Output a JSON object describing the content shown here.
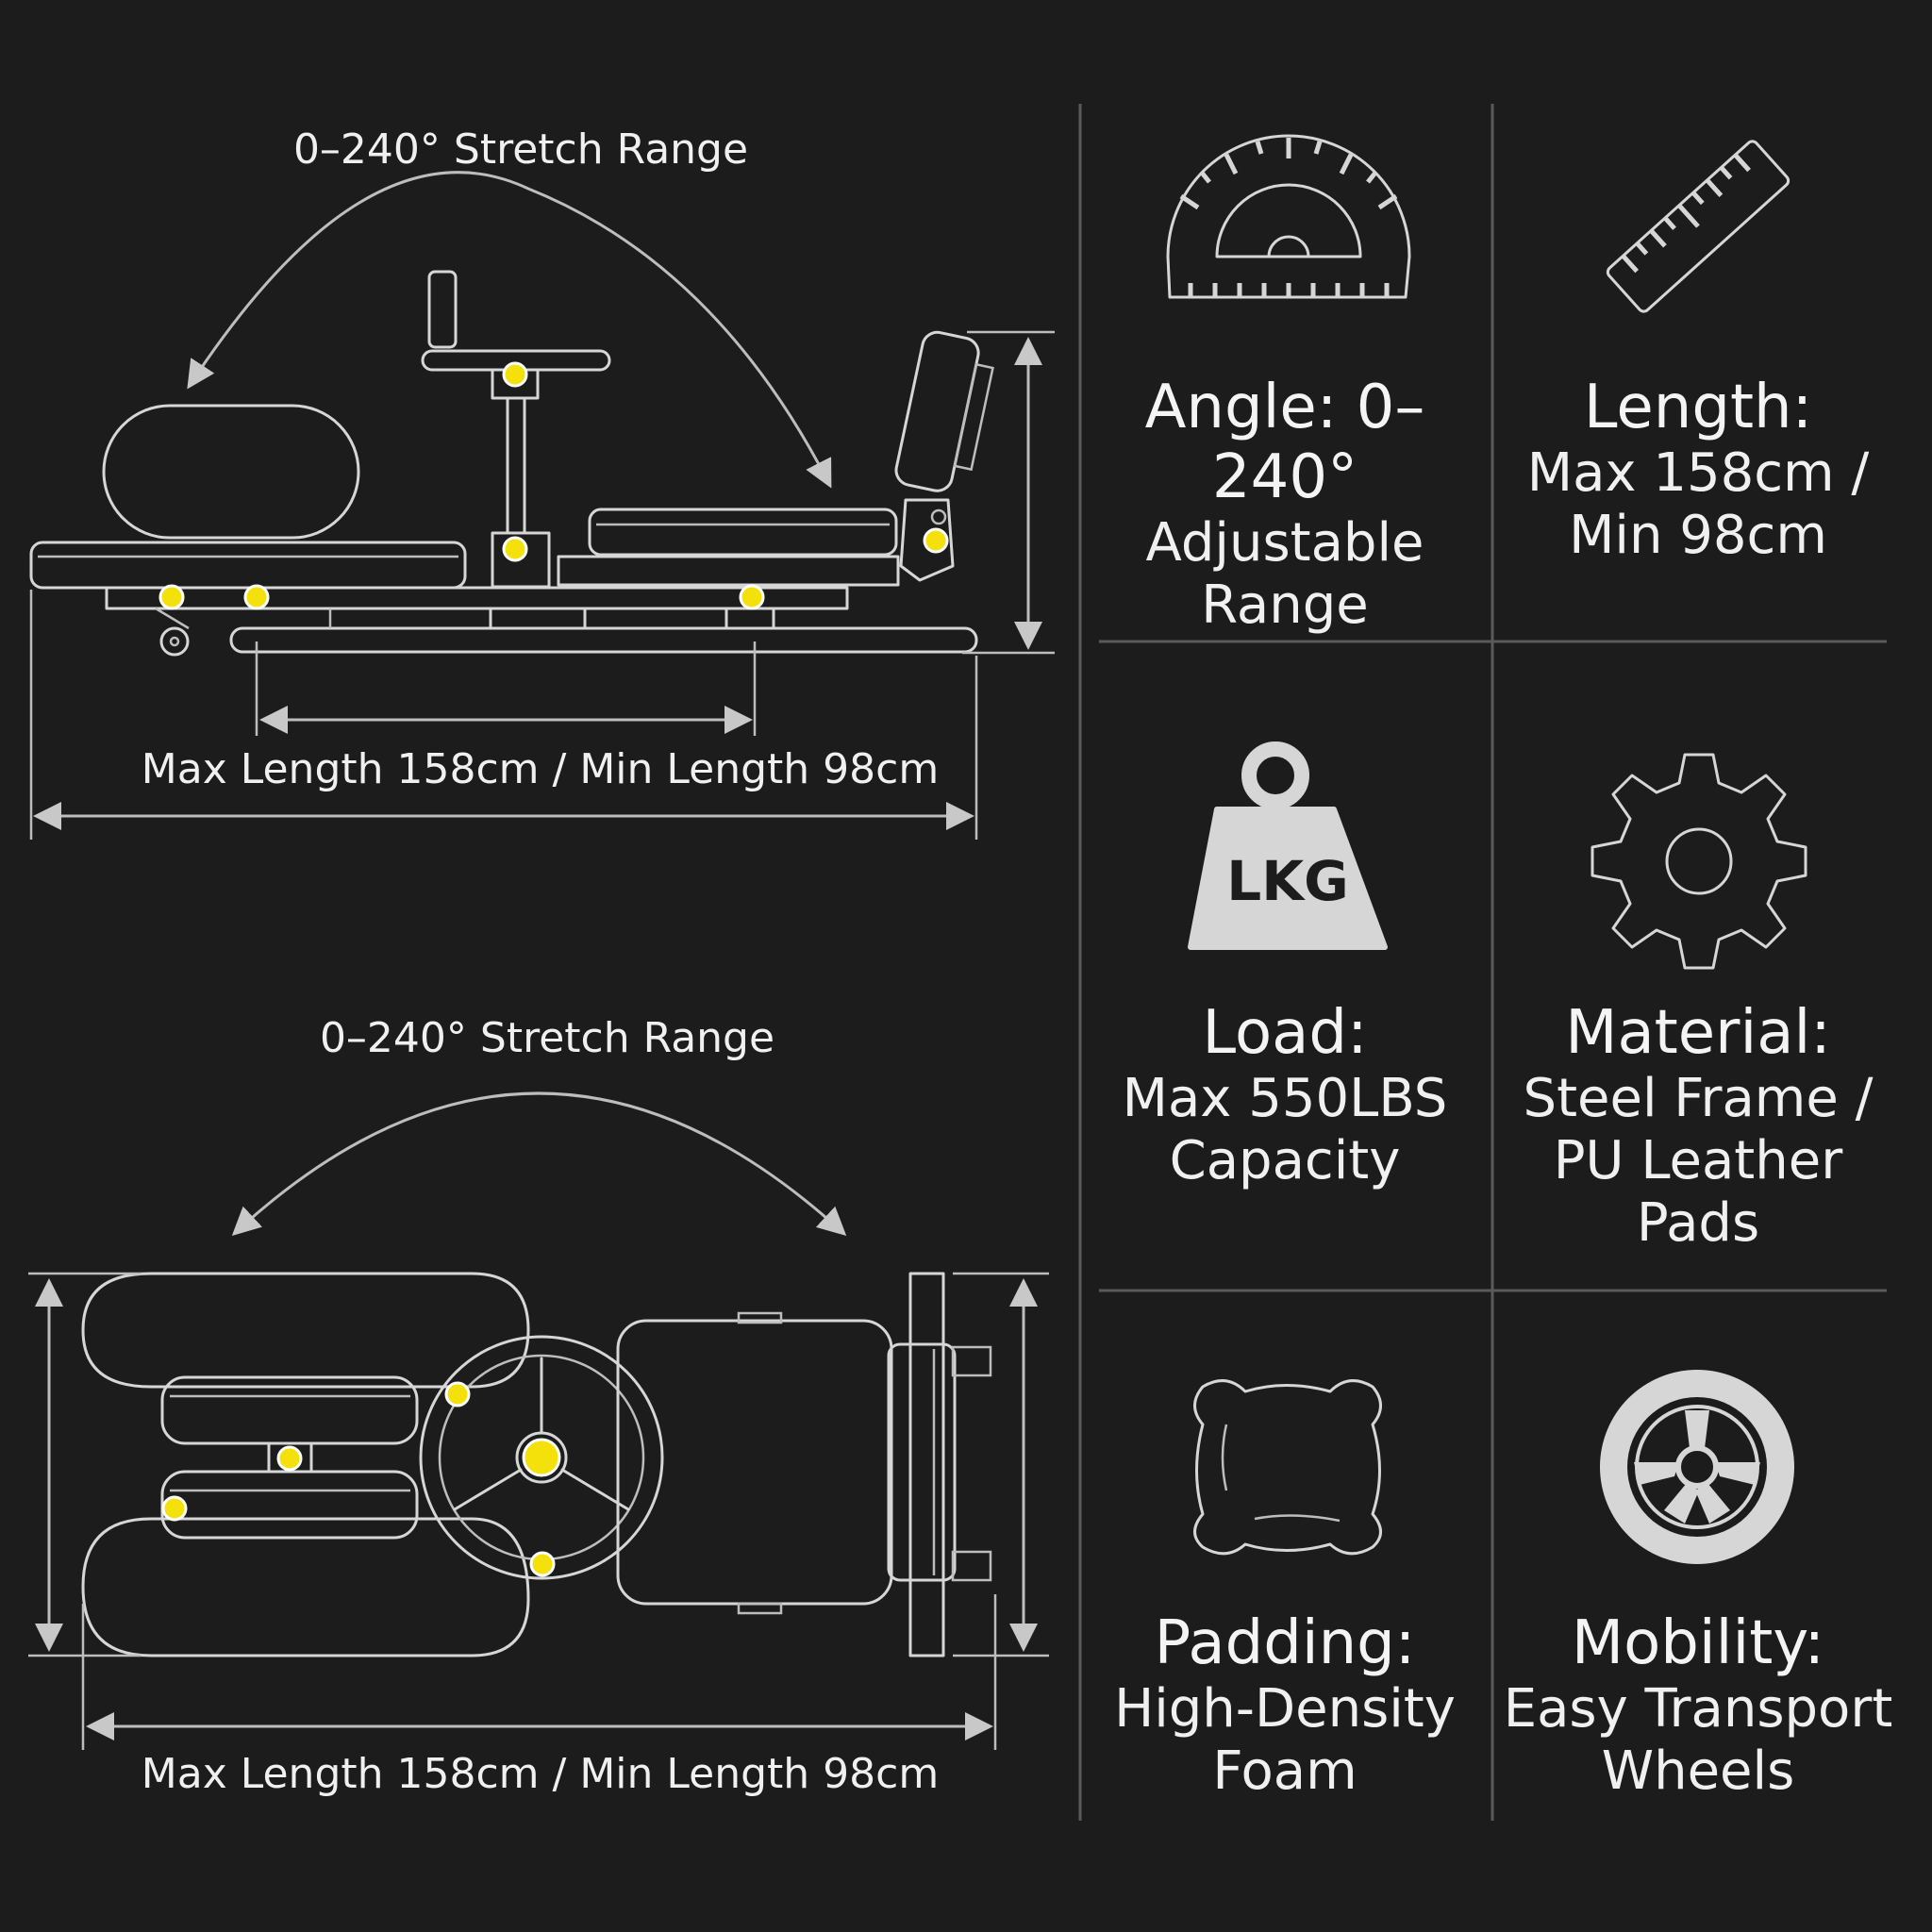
{
  "diagrams": {
    "side": {
      "stretch_label": "0–240° Stretch Range",
      "length_label": "Max Length 158cm / Min Length 98cm"
    },
    "top": {
      "stretch_label": "0–240° Stretch Range",
      "length_label": "Max Length 158cm / Min Length 98cm"
    }
  },
  "specs": [
    {
      "icon": "protractor-icon",
      "title": "Angle: 0–240°",
      "lines": [
        "Adjustable",
        "Range"
      ]
    },
    {
      "icon": "ruler-icon",
      "title": "Length:",
      "lines": [
        "Max 158cm /",
        "Min 98cm"
      ]
    },
    {
      "icon": "weight-icon",
      "icon_text": "LKG",
      "title": "Load:",
      "lines": [
        "Max 550LBS",
        "Capacity"
      ]
    },
    {
      "icon": "gear-icon",
      "title": "Material:",
      "lines": [
        "Steel Frame /",
        "PU Leather Pads"
      ]
    },
    {
      "icon": "pillow-icon",
      "title": "Padding:",
      "lines": [
        "High-Density",
        "Foam"
      ]
    },
    {
      "icon": "wheel-icon",
      "title": "Mobility:",
      "lines": [
        "Easy Transport",
        "Wheels"
      ]
    }
  ],
  "colors": {
    "background": "#1c1c1c",
    "line": "#d6d6d6",
    "accent_dot": "#f4e00b",
    "divider": "#5a5a5a"
  }
}
